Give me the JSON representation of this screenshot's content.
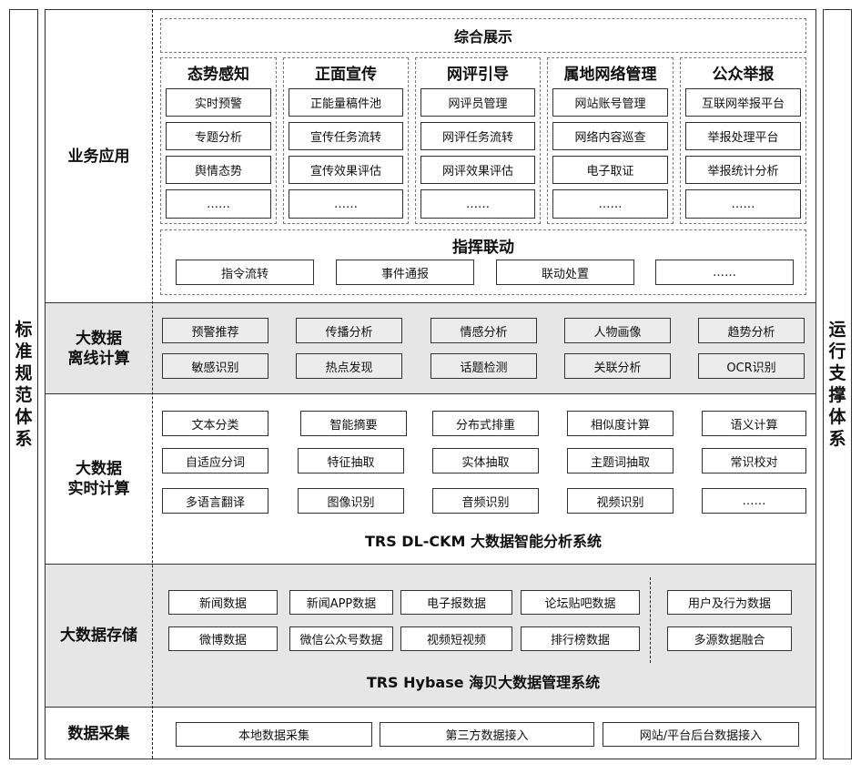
{
  "left_side": {
    "text": "标准规范体系"
  },
  "right_side": {
    "text": "运行支撑体系"
  },
  "business": {
    "label": "业务应用",
    "title": "综合展示",
    "columns": [
      {
        "title": "态势感知",
        "items": [
          "实时预警",
          "专题分析",
          "舆情态势",
          "……"
        ]
      },
      {
        "title": "正面宣传",
        "items": [
          "正能量稿件池",
          "宣传任务流转",
          "宣传效果评估",
          "……"
        ]
      },
      {
        "title": "网评引导",
        "items": [
          "网评员管理",
          "网评任务流转",
          "网评效果评估",
          "……"
        ]
      },
      {
        "title": "属地网络管理",
        "items": [
          "网站账号管理",
          "网络内容巡查",
          "电子取证",
          "……"
        ]
      },
      {
        "title": "公众举报",
        "items": [
          "互联网举报平台",
          "举报处理平台",
          "举报统计分析",
          "……"
        ]
      }
    ],
    "command": {
      "title": "指挥联动",
      "items": [
        "指令流转",
        "事件通报",
        "联动处置",
        "……"
      ]
    }
  },
  "offline": {
    "label": "大数据\n离线计算",
    "rows": [
      [
        "预警推荐",
        "传播分析",
        "情感分析",
        "人物画像",
        "趋势分析"
      ],
      [
        "敏感识别",
        "热点发现",
        "话题检测",
        "关联分析",
        "OCR识别"
      ]
    ]
  },
  "realtime": {
    "label": "大数据\n实时计算",
    "rows": [
      [
        "文本分类",
        "智能摘要",
        "分布式排重",
        "相似度计算",
        "语义计算"
      ],
      [
        "自适应分词",
        "特征抽取",
        "实体抽取",
        "主题词抽取",
        "常识校对"
      ],
      [
        "多语言翻译",
        "图像识别",
        "音频识别",
        "视频识别",
        "……"
      ]
    ],
    "system": "TRS DL-CKM 大数据智能分析系统"
  },
  "storage": {
    "label": "大数据存储",
    "rows": [
      [
        "新闻数据",
        "新闻APP数据",
        "电子报数据",
        "论坛贴吧数据"
      ],
      [
        "微博数据",
        "微信公众号数据",
        "视频短视频",
        "排行榜数据"
      ]
    ],
    "right": [
      "用户及行为数据",
      "多源数据融合"
    ],
    "system": "TRS Hybase 海贝大数据管理系统"
  },
  "collection": {
    "label": "数据采集",
    "items": [
      "本地数据采集",
      "第三方数据接入",
      "网站/平台后台数据接入"
    ]
  }
}
